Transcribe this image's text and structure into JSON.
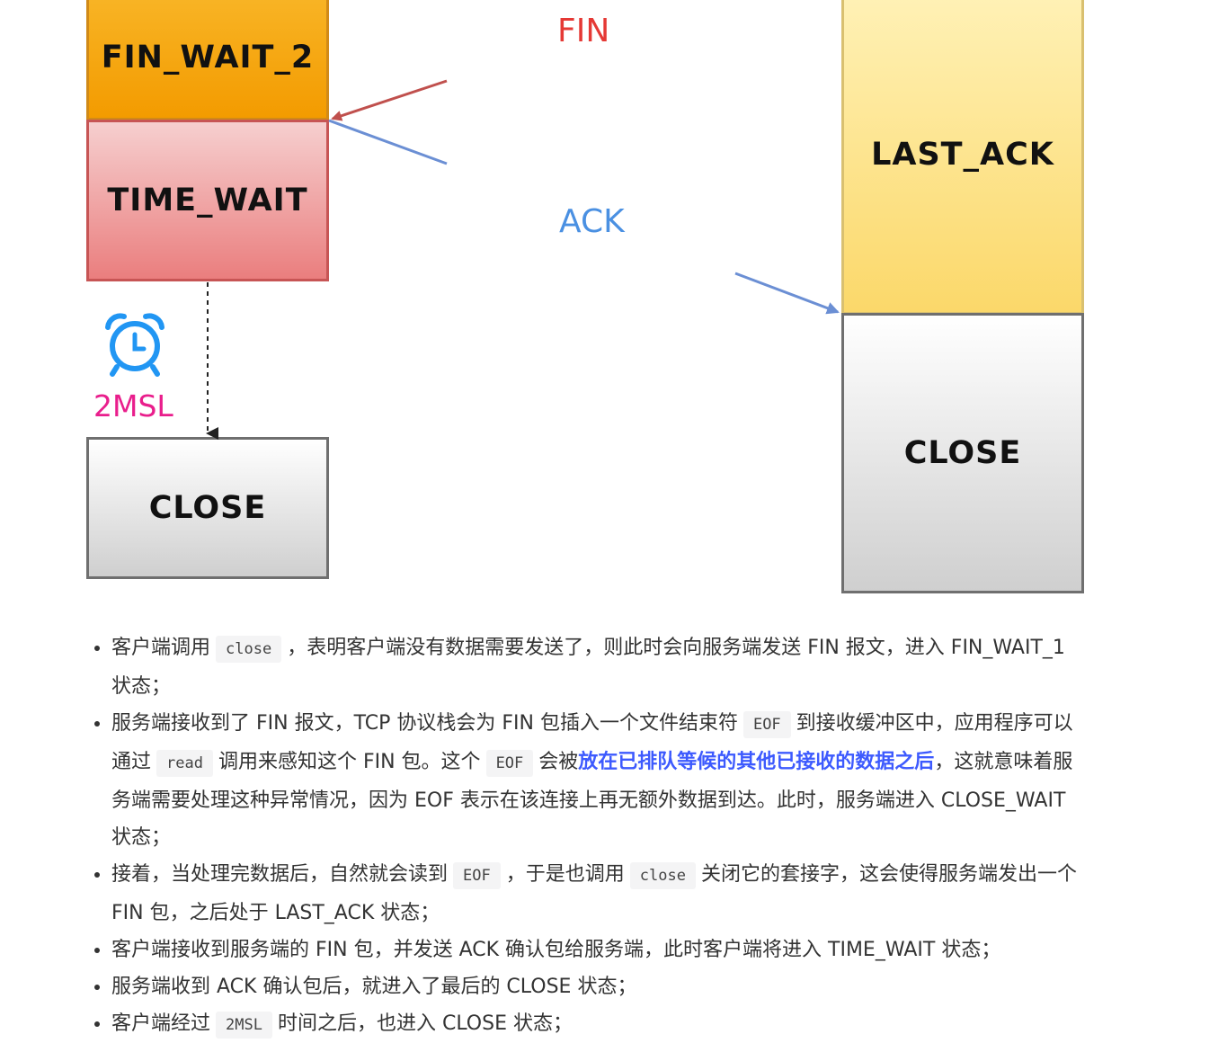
{
  "diagram": {
    "client_states": [
      "FIN_WAIT_2",
      "TIME_WAIT",
      "CLOSE"
    ],
    "server_states": [
      "LAST_ACK",
      "CLOSE"
    ],
    "fin_label": "FIN",
    "ack_label": "ACK",
    "timer_label": "2MSL",
    "icons": [
      "alarm-clock-icon"
    ],
    "colors": {
      "fin_arrow": "#c0504d",
      "ack_arrow": "#6b8fd4",
      "fin_wait_2": "#f6a60f",
      "time_wait": "#ee8a8a",
      "last_ack": "#fde38a",
      "close": "#dcdcdc",
      "timer": "#e91e8c",
      "highlight": "#3d5afe"
    }
  },
  "list": {
    "item1": {
      "t1": "客户端调用",
      "c1": "close",
      "t2": "，表明客户端没有数据需要发送了，则此时会向服务端发送 FIN 报文，进入 FIN_WAIT_1 状态；"
    },
    "item2": {
      "t1": "服务端接收到了 FIN 报文，TCP 协议栈会为 FIN 包插入一个文件结束符",
      "c1": "EOF",
      "t2": "到接收缓冲区中，应用程序可以通过",
      "c2": "read",
      "t3": "调用来感知这个 FIN 包。这个",
      "c3": "EOF",
      "t4": "会被",
      "hl": "放在已排队等候的其他已接收的数据之后",
      "t5": "，这就意味着服务端需要处理这种异常情况，因为 EOF 表示在该连接上再无额外数据到达。此时，服务端进入 CLOSE_WAIT 状态；"
    },
    "item3": {
      "t1": "接着，当处理完数据后，自然就会读到",
      "c1": "EOF",
      "t2": "，于是也调用",
      "c2": "close",
      "t3": "关闭它的套接字，这会使得服务端发出一个 FIN 包，之后处于 LAST_ACK 状态；"
    },
    "item4": {
      "t1": "客户端接收到服务端的 FIN 包，并发送 ACK 确认包给服务端，此时客户端将进入 TIME_WAIT 状态；"
    },
    "item5": {
      "t1": "服务端收到 ACK 确认包后，就进入了最后的 CLOSE 状态；"
    },
    "item6": {
      "t1": "客户端经过",
      "c1": "2MSL",
      "t2": "时间之后，也进入 CLOSE 状态；"
    }
  }
}
